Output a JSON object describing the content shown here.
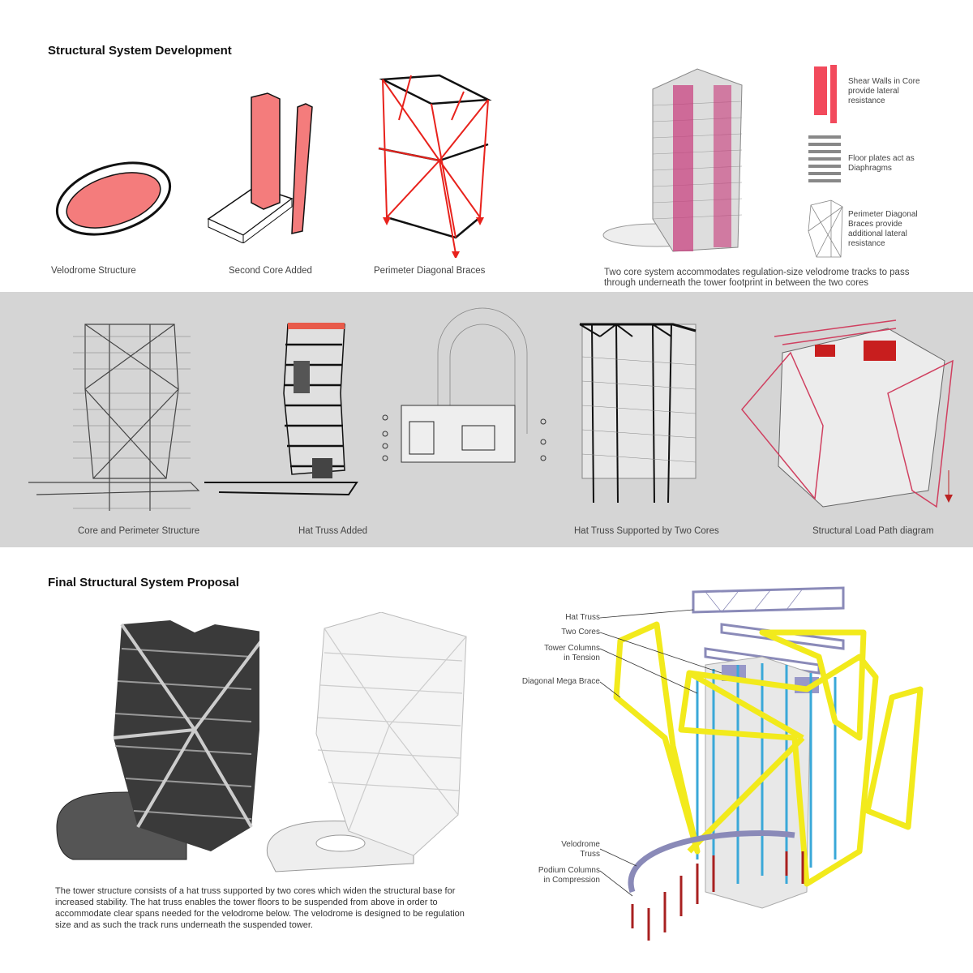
{
  "top": {
    "title": "Structural System Development",
    "captions": [
      "Velodrome Structure",
      "Second Core Added",
      "Perimeter Diagonal Braces"
    ],
    "main_caption_lines": [
      "Two core system accommodates regulation-size velodrome tracks to pass",
      "through underneath the tower footprint in between the two cores"
    ],
    "legend": [
      {
        "lines": [
          "Shear Walls in Core",
          "provide lateral",
          "resistance"
        ]
      },
      {
        "lines": [
          "Floor plates act as",
          "Diaphragms"
        ]
      },
      {
        "lines": [
          "Perimeter Diagonal",
          "Braces provide",
          "additional lateral",
          "resistance"
        ]
      }
    ]
  },
  "middle": {
    "captions": [
      "Core and Perimeter Structure",
      "Hat Truss Added",
      "Hat Truss Supported by Two Cores",
      "Structural Load Path diagram"
    ]
  },
  "bottom": {
    "title": "Final Structural System Proposal",
    "paragraph": "The tower structure consists of a hat truss supported by two cores which widen the structural base for increased stability. The hat truss enables the tower floors to be suspended from above in order to accommodate clear spans needed for the velodrome below. The velodrome is designed to be regulation size and as such the track runs underneath the suspended tower.",
    "labels": [
      {
        "lines": [
          "Hat Truss"
        ]
      },
      {
        "lines": [
          "Two Cores"
        ]
      },
      {
        "lines": [
          "Tower Columns",
          "in Tension"
        ]
      },
      {
        "lines": [
          "Diagonal Mega Brace"
        ]
      },
      {
        "lines": [
          "Velodrome",
          "Truss"
        ]
      },
      {
        "lines": [
          "Podium Columns",
          "in Compression"
        ]
      }
    ]
  },
  "colors": {
    "core_red": "#f47c7c",
    "brace_red": "#e8221c",
    "mega_brace": "#f2ea1c",
    "columns_blue": "#3aa8d8",
    "truss": "#8a8ab8",
    "band": "#d5d5d5"
  }
}
